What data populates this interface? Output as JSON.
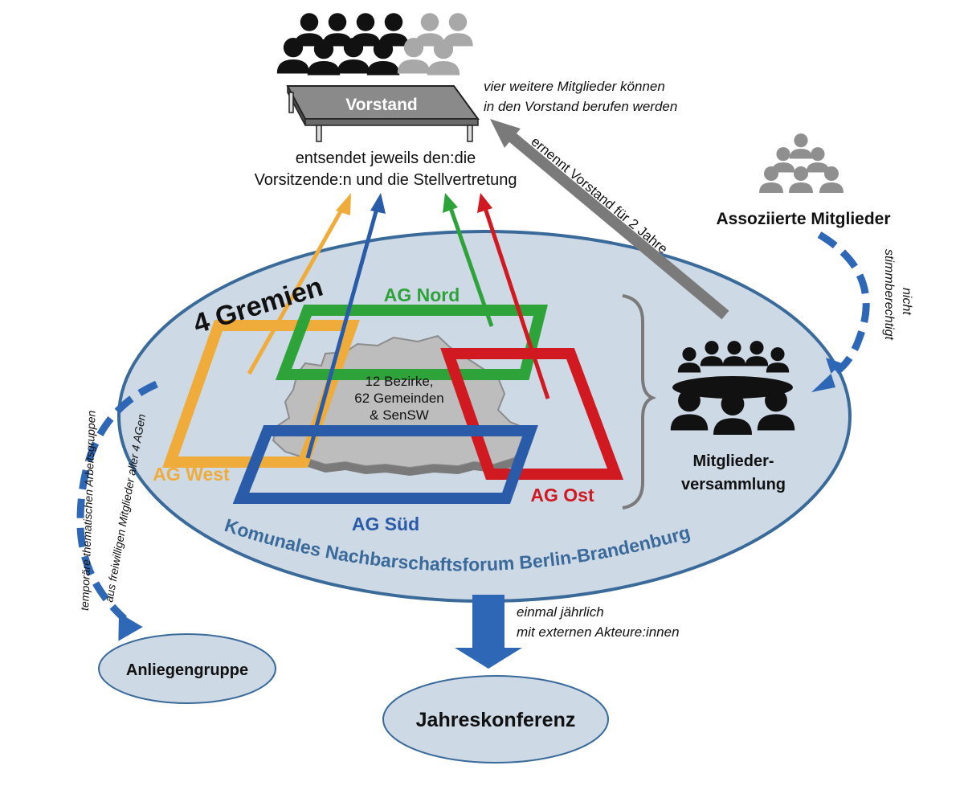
{
  "vorstand": {
    "label": "Vorstand",
    "note_line1": "vier weitere Mitglieder können",
    "note_line2": "in den Vorstand berufen werden",
    "delegation_line1": "entsendet jeweils den:die",
    "delegation_line2": "Vorsitzende:n und die Stellvertretung"
  },
  "appoint_label": "ernennt Vorstand für 2 Jahre",
  "associated": {
    "label": "Assoziierte Mitglieder",
    "note_line1": "nicht",
    "note_line2": "stimmberechtigt"
  },
  "forum": {
    "name": "Komunales Nachbarschaftsforum Berlin-Brandenburg",
    "gremien_label": "4 Gremien",
    "center_line1": "12 Bezirke,",
    "center_line2": "62 Gemeinden",
    "center_line3": "& SenSW"
  },
  "ags": [
    {
      "label": "AG Nord",
      "color": "#2ea339"
    },
    {
      "label": "AG Ost",
      "color": "#d01920"
    },
    {
      "label": "AG Süd",
      "color": "#2a5ba8"
    },
    {
      "label": "AG West",
      "color": "#f0ac3a"
    }
  ],
  "members": {
    "line1": "Mitglieder-",
    "line2": "versammlung"
  },
  "anliegen": {
    "label": "Anliegengruppe",
    "note_line1": "temporäre thematischen Arbeitsgruppen",
    "note_line2": "aus freiwilligen Mitglieder aller 4 AGen"
  },
  "conference": {
    "label": "Jahreskonferenz",
    "note_line1": "einmal jährlich",
    "note_line2": "mit externen Akteure:innen"
  },
  "icons": [
    "people-group-icon",
    "associated-members-icon",
    "assembly-icon"
  ],
  "colors": {
    "ellipse_fill": "#ced9e6",
    "ellipse_stroke": "#3a6a9a",
    "blue_arrow": "#2e67b6",
    "gray_arrow": "#7a7a7a"
  }
}
